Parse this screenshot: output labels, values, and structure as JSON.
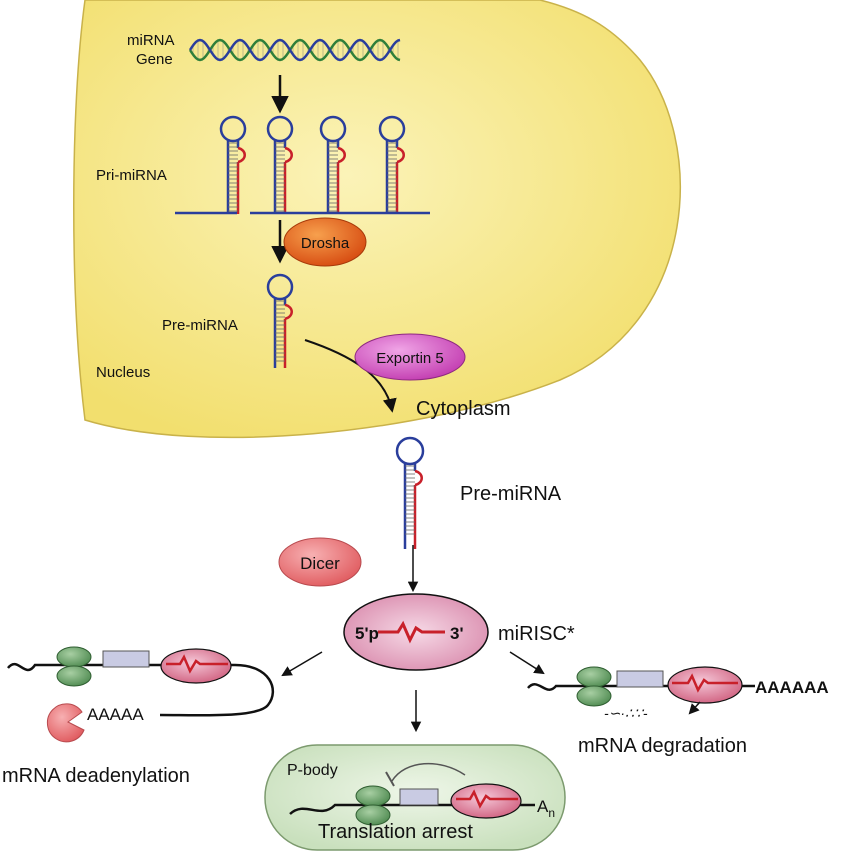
{
  "nucleus": {
    "gene_label_line1": "miRNA",
    "gene_label_line2": "Gene",
    "pri_label": "Pri-miRNA",
    "drosha_label": "Drosha",
    "pre_label": "Pre-miRNA",
    "nucleus_label": "Nucleus",
    "exportin_label": "Exportin 5"
  },
  "cytoplasm": {
    "cytoplasm_label": "Cytoplasm",
    "pre_label": "Pre-miRNA",
    "dicer_label": "Dicer",
    "risc_5p": "5'p",
    "risc_3p": "3'",
    "risc_label": "miRISC*"
  },
  "outcomes": {
    "polyA_left": "AAAAA",
    "deadenylation_label": "mRNA deadenylation",
    "polyA_right": "AAAAAA",
    "degradation_label": "mRNA degradation",
    "pbody_label": "P-body",
    "an_label": "A",
    "an_sub": "n",
    "arrest_label": "Translation arrest"
  },
  "colors": {
    "nucleus_fill": "#f7e88a",
    "drosha": "#e0611a",
    "exportin": "#d35bc3",
    "dicer": "#e8797c",
    "risc": "#e7a7c0",
    "strand_blue": "#2a3e9c",
    "strand_red": "#c8202a",
    "ribosome": "#6fa06f",
    "pbody": "#dcebd2"
  }
}
